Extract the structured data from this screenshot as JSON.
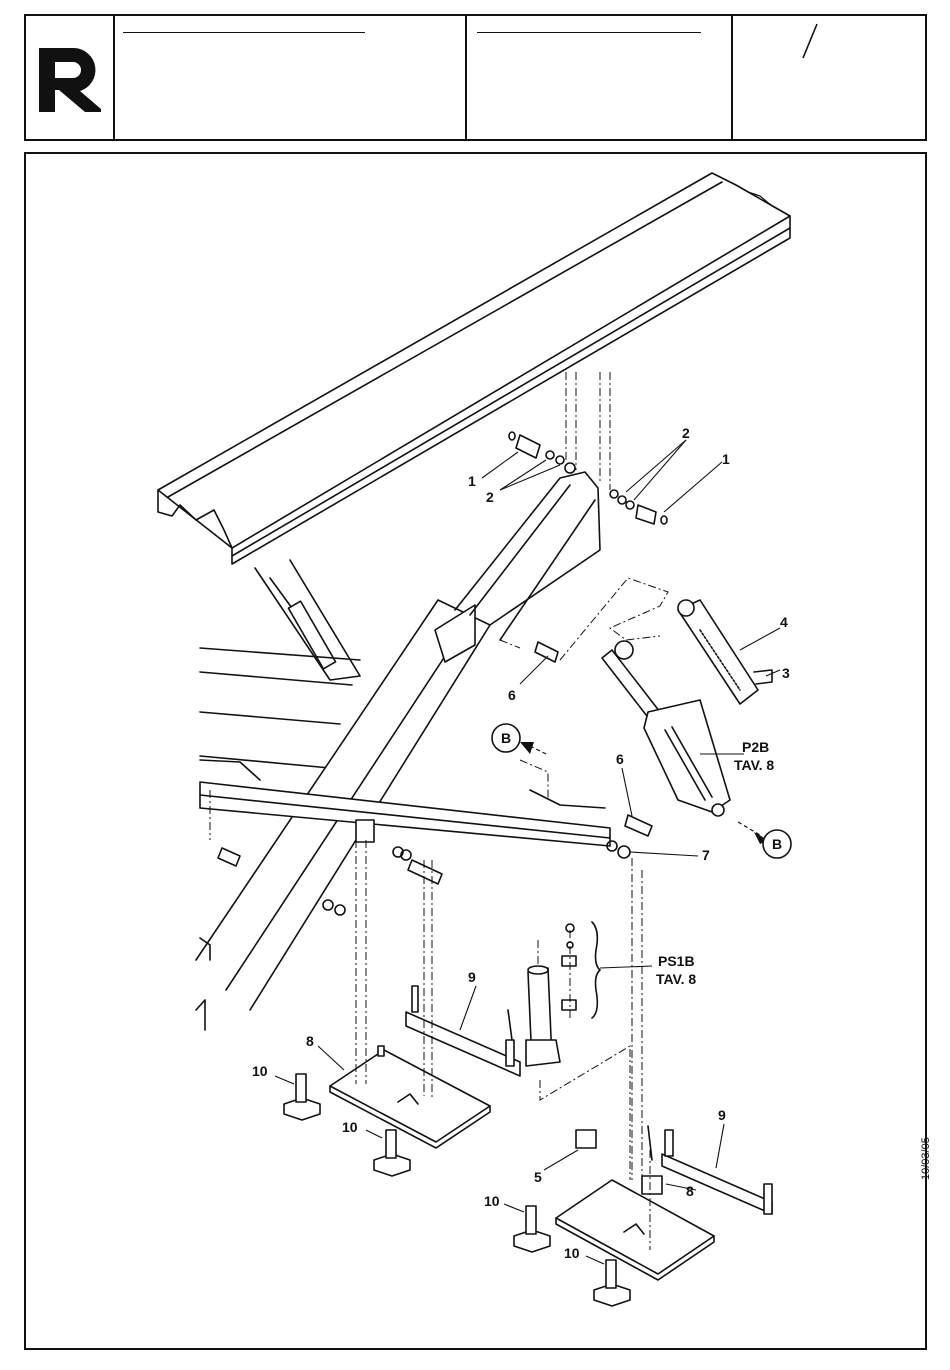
{
  "header": {
    "logo": "R",
    "slash": "/"
  },
  "callouts": {
    "c1a": "1",
    "c2a": "2",
    "c2b": "2",
    "c1b": "1",
    "c4": "4",
    "c3": "3",
    "c6a": "6",
    "c6b": "6",
    "ref_b_left": "B",
    "ref_b_right": "B",
    "p2b": "P2B",
    "p2b_tav": "TAV. 8",
    "c7": "7",
    "ps1b": "PS1B",
    "ps1b_tav": "TAV. 8",
    "c9a": "9",
    "c8a": "8",
    "c10a": "10",
    "c10b": "10",
    "c5": "5",
    "c8b": "8",
    "c9b": "9",
    "c10c": "10",
    "c10d": "10"
  },
  "doc_date": "10/03/05"
}
